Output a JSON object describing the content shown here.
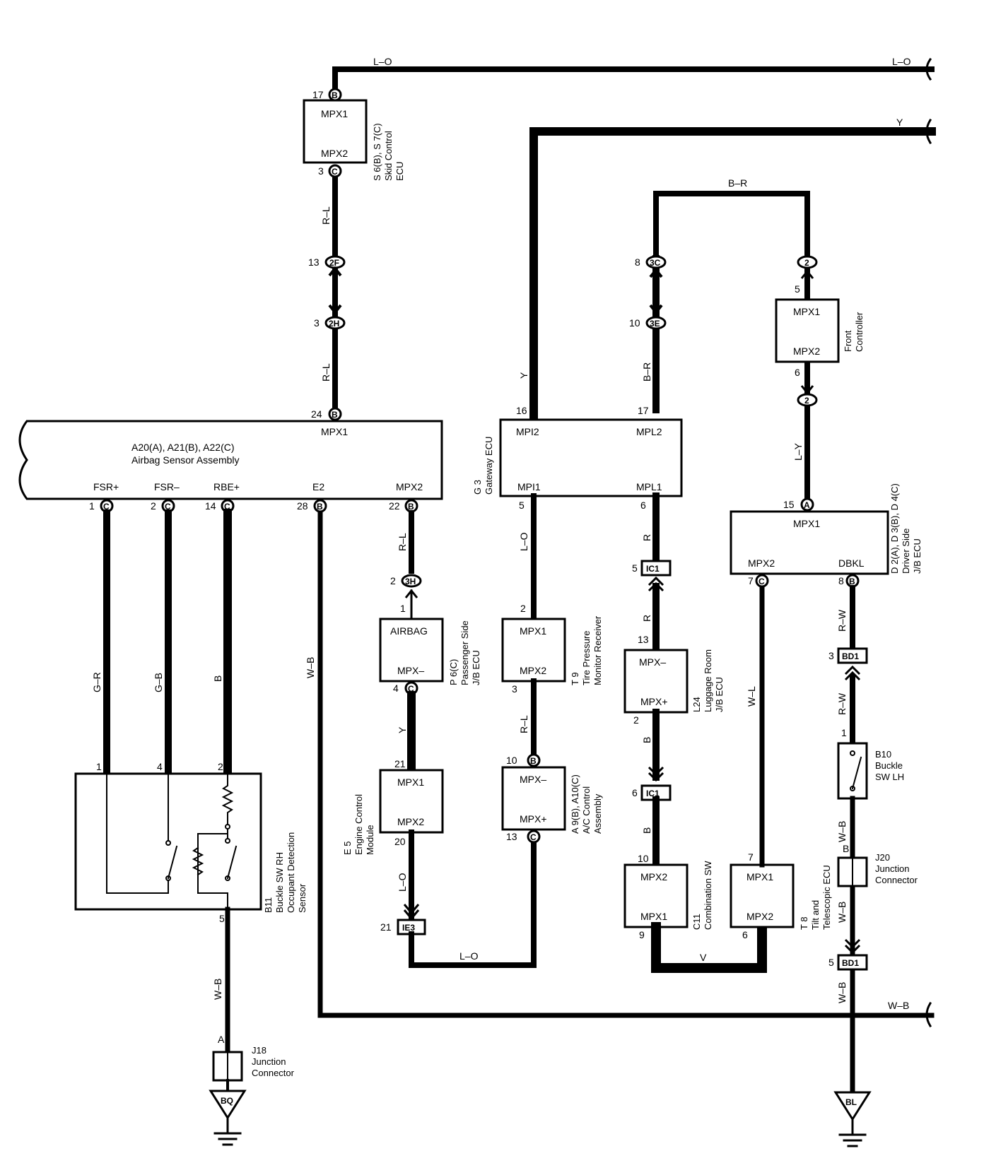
{
  "wires": {
    "lo_top_left": "L–O",
    "lo_top_right": "L–O",
    "y_top": "Y",
    "br_top": "B–R",
    "rl_skid_1": "R–L",
    "rl_skid_2": "R–L",
    "y_gateway": "Y",
    "br_luggage": "B–R",
    "ly_front": "L–Y",
    "gr": "G–R",
    "gb": "G–B",
    "b_rbe": "B",
    "wb_e2": "W–B",
    "rl_pass": "R–L",
    "y_pass": "Y",
    "lo_ecm": "L–O",
    "lo_bottom": "L–O",
    "lo_tire": "L–O",
    "rl_tire": "R–L",
    "r_ic1_a": "R",
    "r_ic1_b": "R",
    "b_lug_1": "B",
    "b_lug_2": "B",
    "v_bottom": "V",
    "wl": "W–L",
    "rw_1": "R–W",
    "rw_2": "R–W",
    "wb_buckle": "W–B",
    "wb_j20": "W–B",
    "wb_bd1": "W–B",
    "wb_bottom_right": "W–B",
    "wb_b11": "W–B"
  },
  "components": {
    "skid": {
      "top": "MPX1",
      "bottom": "MPX2",
      "label": [
        "S 6(B), S 7(C)",
        "Skid Control",
        "ECU"
      ]
    },
    "airbag": {
      "title1": "A20(A), A21(B), A22(C)",
      "title2": "Airbag Sensor Assembly",
      "mpx1": "MPX1",
      "fsr_plus": "FSR+",
      "fsr_minus": "FSR–",
      "rbe_plus": "RBE+",
      "e2": "E2",
      "mpx2": "MPX2"
    },
    "gateway": {
      "mpi2": "MPI2",
      "mpl2": "MPL2",
      "mpi1": "MPI1",
      "mpl1": "MPL1",
      "label": [
        "G 3",
        "Gateway ECU"
      ]
    },
    "front": {
      "top": "MPX1",
      "bottom": "MPX2",
      "label": [
        "Front",
        "Controller"
      ]
    },
    "driver": {
      "mpx1": "MPX1",
      "mpx2": "MPX2",
      "dbkl": "DBKL",
      "label": [
        "D 2(A), D 3(B), D 4(C)",
        "Driver Side",
        "J/B ECU"
      ]
    },
    "passenger": {
      "top": "AIRBAG",
      "bottom": "MPX–",
      "label": [
        "P 6(C)",
        "Passenger Side",
        "J/B ECU"
      ]
    },
    "tire": {
      "top": "MPX1",
      "bottom": "MPX2",
      "label": [
        "T 9",
        "Tire Pressure",
        "Monitor Receiver"
      ]
    },
    "luggage": {
      "top": "MPX–",
      "bottom": "MPX+",
      "label": [
        "L24",
        "Luggage Room",
        "J/B ECU"
      ]
    },
    "engine": {
      "top": "MPX1",
      "bottom": "MPX2",
      "label": [
        "E 5",
        "Engine Control",
        "Module"
      ]
    },
    "ac": {
      "top": "MPX–",
      "bottom": "MPX+",
      "label": [
        "A 9(B), A10(C)",
        "A/C Control",
        "Assembly"
      ]
    },
    "combo": {
      "top": "MPX2",
      "bottom": "MPX1",
      "label": [
        "C11",
        "Combination SW"
      ]
    },
    "tilt": {
      "top": "MPX1",
      "bottom": "MPX2",
      "label": [
        "T 8",
        "Tilt and",
        "Telescopic ECU"
      ]
    },
    "buckle_rh": {
      "label": [
        "B11",
        "Buckle SW RH",
        "Occupant Detection",
        "Sensor"
      ]
    },
    "buckle_lh": {
      "label": [
        "B10",
        "Buckle",
        "SW LH"
      ]
    },
    "j20": {
      "label": [
        "J20",
        "Junction",
        "Connector"
      ]
    },
    "j18": {
      "label": [
        "J18",
        "Junction",
        "Connector"
      ]
    }
  },
  "connectors": {
    "ic1": "IC1",
    "ie3": "IE3",
    "bd1": "BD1",
    "c2f": "2F",
    "c2h": "2H",
    "c3h": "3H",
    "c3c": "3C",
    "c3e": "3E",
    "c2": "2",
    "cA": "A",
    "cB": "B",
    "cC": "C"
  },
  "grounds": {
    "left": "BQ",
    "right": "BL"
  },
  "pins": {
    "p17": "17",
    "p3": "3",
    "p13": "13",
    "p24": "24",
    "p16": "16",
    "p8": "8",
    "p10": "10",
    "p5": "5",
    "p6": "6",
    "p15": "15",
    "p1": "1",
    "p2": "2",
    "p14": "14",
    "p28": "28",
    "p22": "22",
    "p4": "4",
    "p7": "7",
    "p21": "21",
    "p20": "20",
    "p9": "9"
  }
}
